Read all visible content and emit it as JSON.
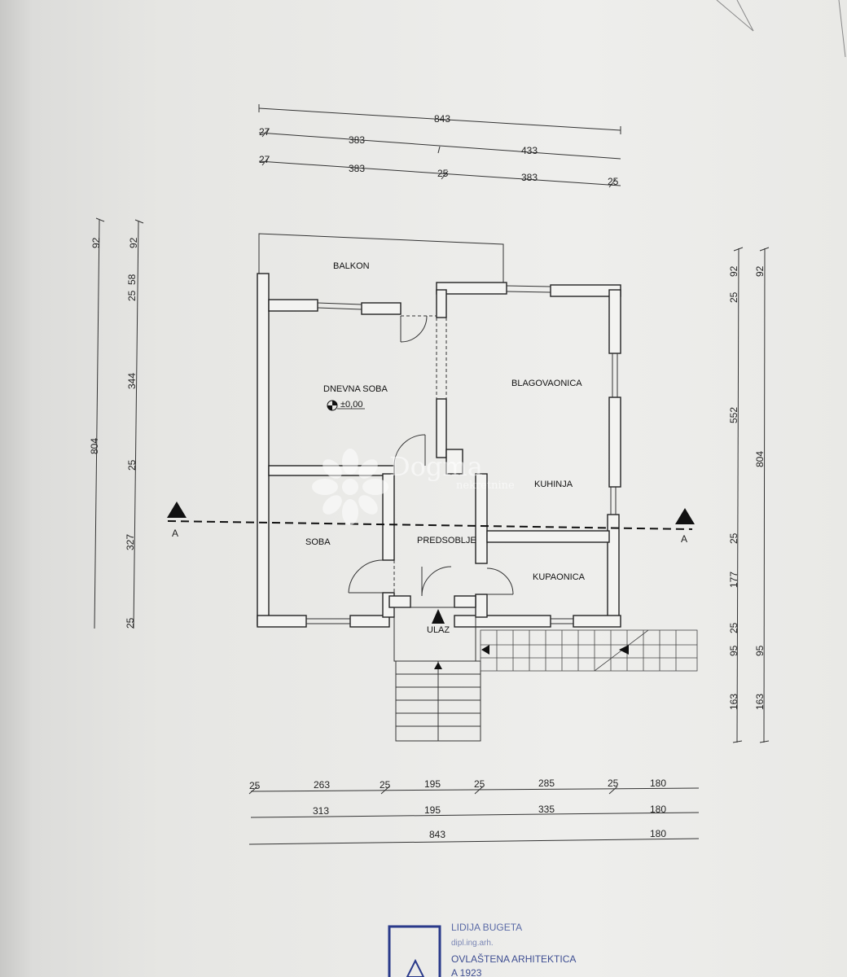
{
  "rooms": {
    "balkon": "BALKON",
    "dnevna_soba": "DNEVNA SOBA",
    "level": "±0,00",
    "blagovaonica": "BLAGOVAONICA",
    "kuhinja": "KUHINJA",
    "soba": "SOBA",
    "predsoblje": "PREDSOBLJE",
    "kupaonica": "KUPAONICA",
    "ulaz": "ULAZ"
  },
  "section_marker": "A",
  "dims_top": {
    "row1": {
      "total": "843"
    },
    "row2": {
      "a": "27",
      "b": "383",
      "c": "433"
    },
    "row3": {
      "a": "27",
      "b": "383",
      "c": "25",
      "d": "383",
      "e": "25"
    }
  },
  "dims_bottom": {
    "row1": [
      "25",
      "263",
      "25",
      "195",
      "25",
      "285",
      "25",
      "180"
    ],
    "row2": [
      "313",
      "195",
      "335",
      "180"
    ],
    "row3": [
      "843",
      "180"
    ]
  },
  "dims_left": {
    "outer": {
      "top": "92",
      "total": "804"
    },
    "inner": [
      "92",
      "25",
      "58",
      "344",
      "25",
      "327",
      "25"
    ]
  },
  "dims_right": {
    "inner": [
      "25",
      "92",
      "552",
      "25",
      "177",
      "25",
      "95",
      "163"
    ],
    "outer": [
      "92",
      "804",
      "95",
      "163"
    ]
  },
  "watermark": {
    "brand": "Dogma",
    "sub": "nekretnine"
  },
  "stamp": {
    "name": "LIDIJA BUGETA",
    "title": "dipl.ing.arh.",
    "role": "OVLAŠTENA ARHITEKTICA",
    "number": "A 1923",
    "logo_letter": "A"
  }
}
